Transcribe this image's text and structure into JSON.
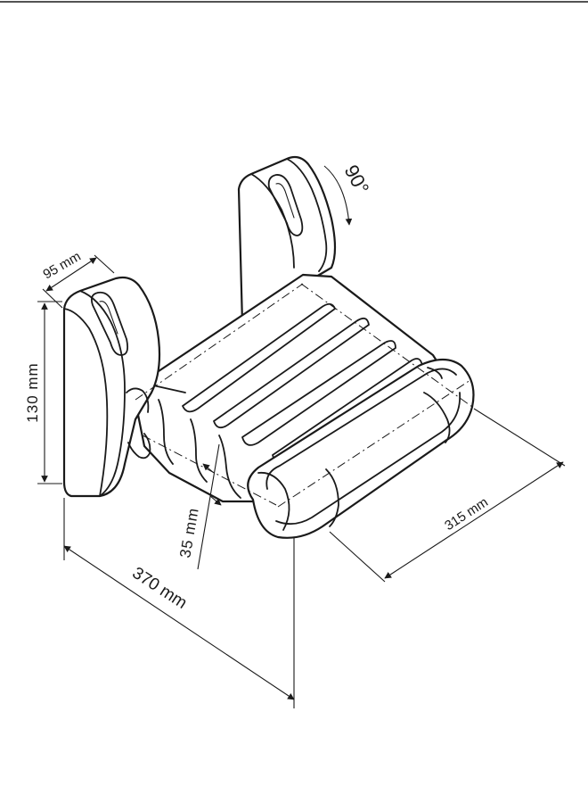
{
  "dimensions": {
    "depth_bracket": "95 mm",
    "height_bracket": "130 mm",
    "tube_diameter": "35 mm",
    "width": "315 mm",
    "length": "370 mm",
    "rotation": "90°"
  },
  "colors": {
    "stroke": "#1a1a1a",
    "background": "#ffffff"
  }
}
